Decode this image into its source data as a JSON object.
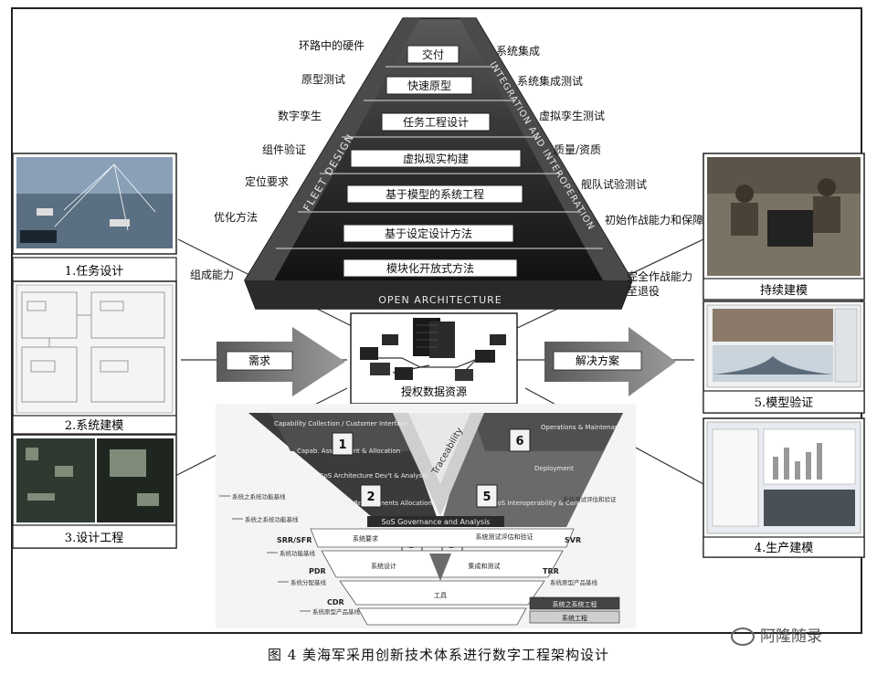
{
  "pyramid": {
    "layers": [
      "交付",
      "快速原型",
      "任务工程设计",
      "虚拟现实构建",
      "基于模型的系统工程",
      "基于设定设计方法",
      "模块化开放式方法"
    ],
    "left_side_text": "FLEET DESIGN",
    "right_side_text": "INTEGRATION AND INTEROPERATION",
    "base_text": "OPEN ARCHITECTURE",
    "left_labels": [
      "环路中的硬件",
      "原型测试",
      "数字孪生",
      "组件验证",
      "定位要求",
      "优化方法",
      "组成能力"
    ],
    "right_labels": [
      "系统集成",
      "系统集成测试",
      "虚拟孪生测试",
      "质量/资质",
      "舰队试验测试",
      "初始作战能力和保障",
      "完全作战能力",
      "至退役"
    ]
  },
  "center": {
    "label": "授权数据资源",
    "left_arrow": "需求",
    "right_arrow": "解决方案"
  },
  "left_panels": [
    "1.任务设计",
    "2.系统建模",
    "3.设计工程"
  ],
  "right_panels": [
    "持续建模",
    "5.模型验证",
    "4.生产建模"
  ],
  "lower_diagram": {
    "left_text": [
      "Capability Collection / Customer Interface",
      "Capab. Assessment & Allocation",
      "SoS Architecture Dev't & Analysis",
      "SoS Requirements Allocation"
    ],
    "right_text": [
      "Operations & Maintenance",
      "Deployment",
      "SoS Interoperability & Certification"
    ],
    "traceability": "Traceability",
    "governance": "SoS Governance and Analysis",
    "numbers": [
      "1",
      "2",
      "3",
      "3",
      "5",
      "6"
    ],
    "milestones_left": [
      "SRR/SFR",
      "PDR",
      "CDR"
    ],
    "milestones_right": [
      "SVR",
      "TRR"
    ],
    "baselines_left": [
      "系统之系统功能基线",
      "系统之系统功能基线",
      "系统功能基线",
      "系统分配基线",
      "系统原型产品基线"
    ],
    "baselines_right": [
      "系统测试评估和验证",
      "系统原型产品基线"
    ],
    "bands": [
      "系统要求",
      "系统测试评估和验证",
      "系统设计",
      "集成和测试",
      "工具"
    ],
    "legend": [
      "系统之系统工程",
      "系统工程"
    ]
  },
  "caption": "图 4   美海军采用创新技术体系进行数字工程架构设计",
  "watermark": "阿隆随录"
}
